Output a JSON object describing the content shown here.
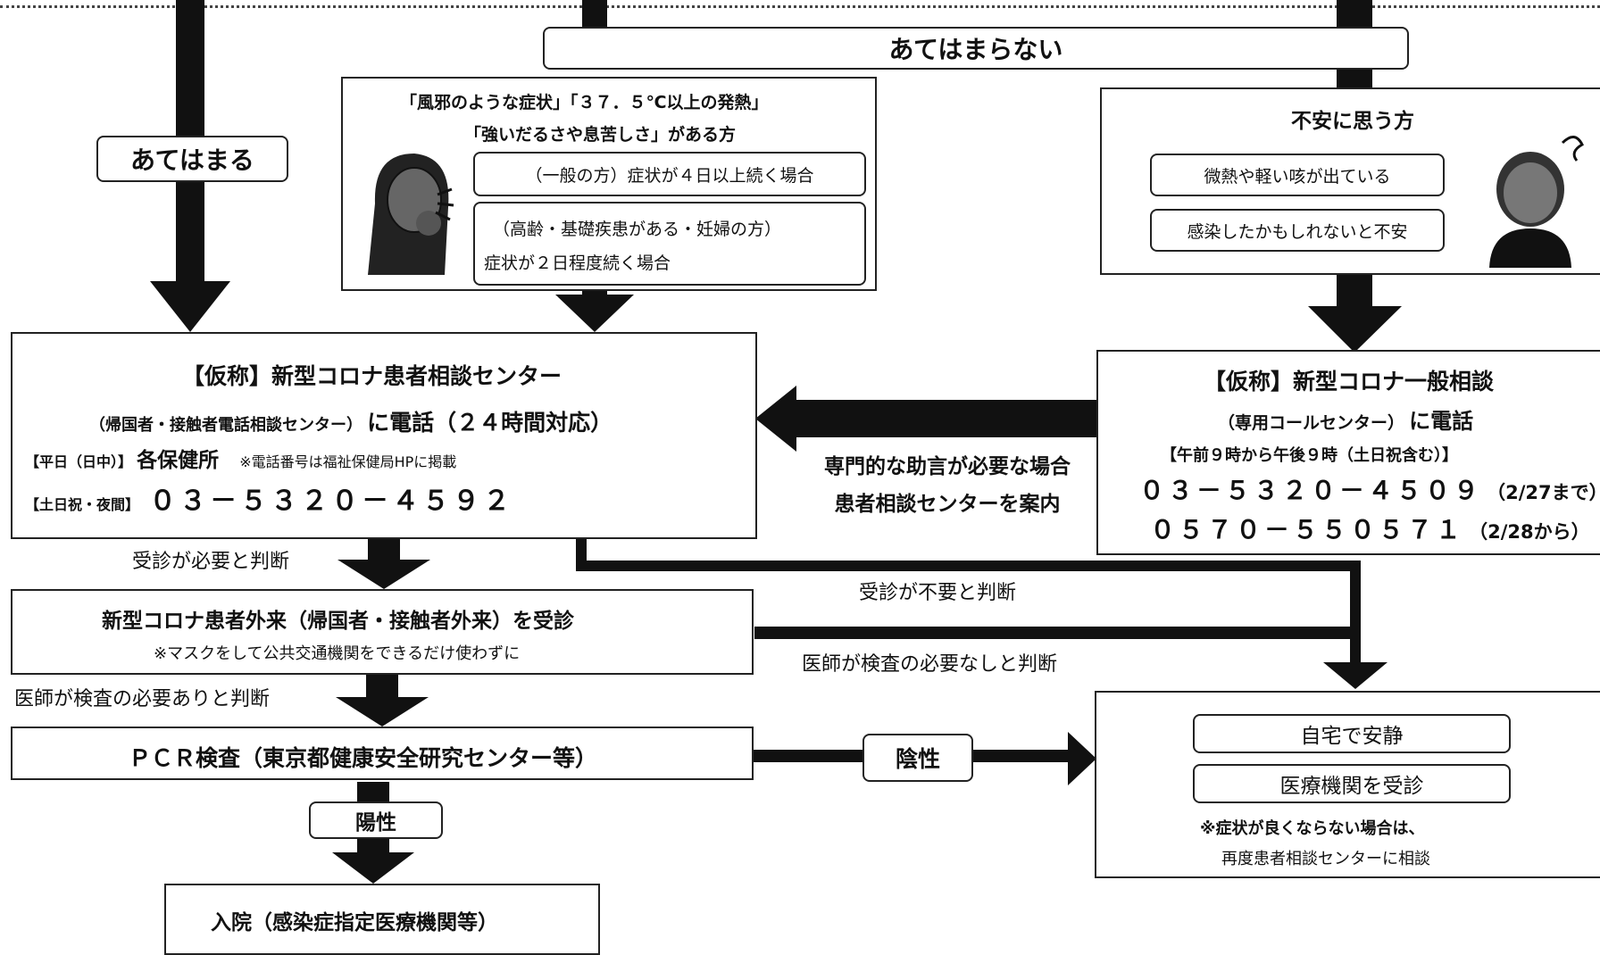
{
  "top_label": "あてはまらない",
  "left_label": "あてはまる",
  "symptom_box": {
    "line1": "「風邪のような症状」「３７．５℃以上の発熱」",
    "line2": "「強いだるさや息苦しさ」がある方",
    "general": "（一般の方）症状が４日以上続く場合",
    "elderly_line1": "（高齢・基礎疾患がある・妊婦の方）",
    "elderly_line2": "症状が２日程度続く場合"
  },
  "anxious_box": {
    "title": "不安に思う方",
    "item1": "微熱や軽い咳が出ている",
    "item2": "感染したかもしれないと不安"
  },
  "consult_center": {
    "title": "【仮称】新型コロナ患者相談センター",
    "subtitle_small": "（帰国者・接触者電話相談センター）",
    "subtitle_big": "に電話（２４時間対応）",
    "weekday_label": "【平日（日中）】",
    "weekday_value": "各保健所",
    "weekday_note": "※電話番号は福祉保健局HPに掲載",
    "holiday_label": "【土日祝・夜間】",
    "holiday_number": "０３－５３２０－４５９２"
  },
  "general_consult": {
    "title": "【仮称】新型コロナ一般相談",
    "subtitle_small": "（専用コールセンター）",
    "subtitle_big": "に電話",
    "hours": "【午前９時から午後９時（土日祝含む）】",
    "number1": "０３－５３２０－４５０９",
    "number1_note": "（2/27まで）",
    "number2": "０５７０－５５０５７１",
    "number2_note": "（2/28から）"
  },
  "referral": {
    "line1": "専門的な助言が必要な場合",
    "line2": "患者相談センターを案内"
  },
  "labels": {
    "need_visit": "受診が必要と判断",
    "no_visit": "受診が不要と判断",
    "no_test": "医師が検査の必要なしと判断",
    "need_test": "医師が検査の必要ありと判断"
  },
  "outpatient": {
    "title": "新型コロナ患者外来（帰国者・接触者外来）を受診",
    "note": "※マスクをして公共交通機関をできるだけ使わずに"
  },
  "pcr": {
    "title": "ＰＣＲ検査（東京都健康安全研究センター等）"
  },
  "negative": "陰性",
  "positive": "陽性",
  "home": {
    "rest": "自宅で安静",
    "visit": "医療機関を受診",
    "note1": "※症状が良くならない場合は、",
    "note2": "再度患者相談センターに相談"
  },
  "hospital": "入院（感染症指定医療機関等）"
}
